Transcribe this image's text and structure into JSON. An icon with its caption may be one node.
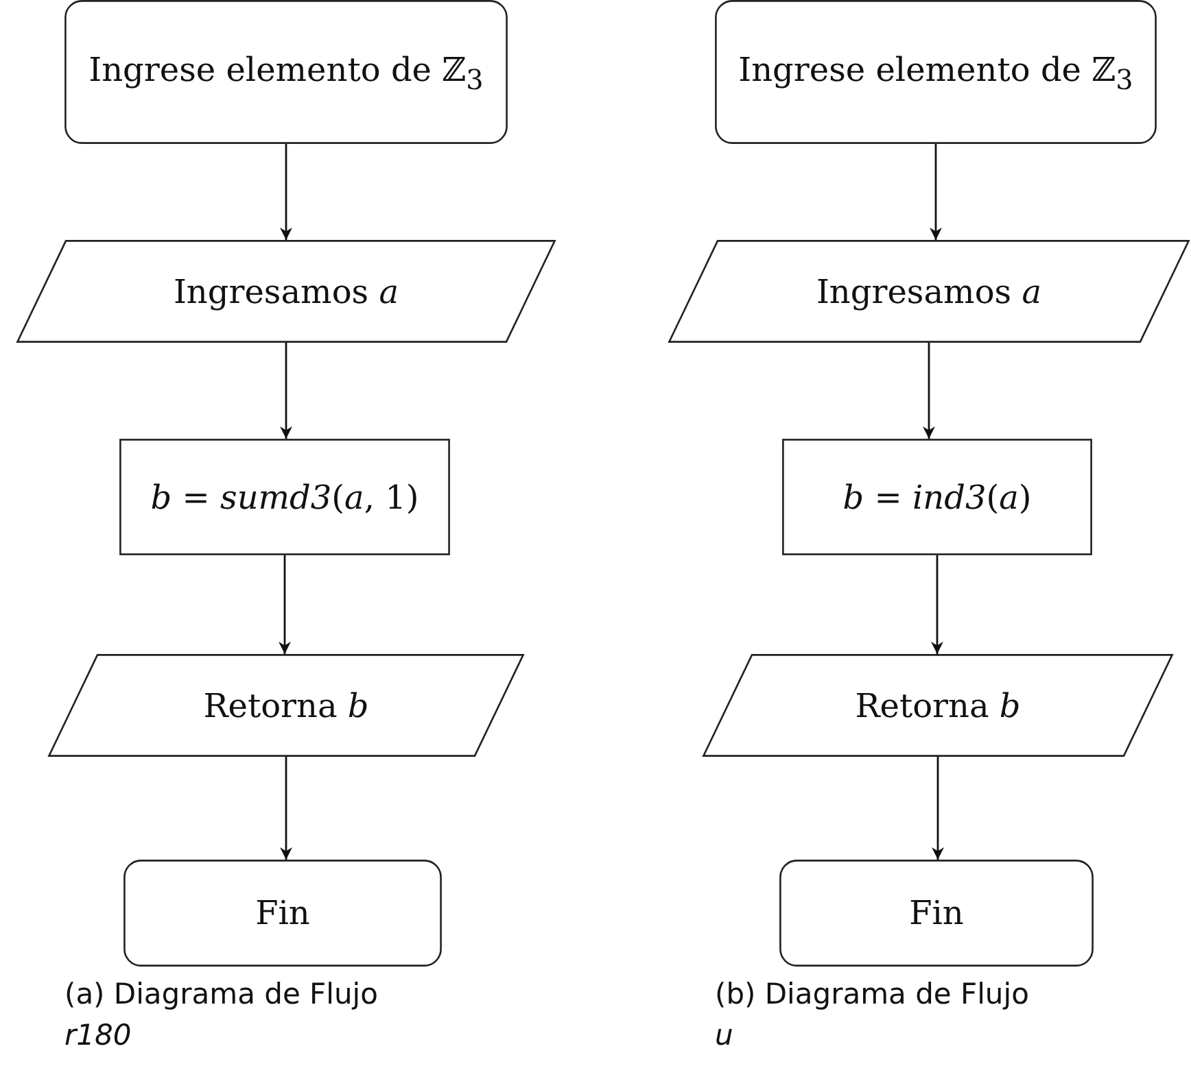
{
  "diagram": {
    "nodes": [
      {
        "text": [
          "Ingrese elemento de ℤ$_{3}$"
        ]
      },
      {
        "text": [
          "Ingresamos *a*"
        ]
      },
      {
        "text": [
          "*b* = *sumd3*(*a*, 1)"
        ]
      },
      {
        "text": [
          "Retorna *b*"
        ]
      },
      {
        "text": [
          "Fin"
        ]
      },
      {
        "text": [
          "Ingrese elemento de ℤ$_{3}$"
        ]
      },
      {
        "text": [
          "Ingresamos *a*"
        ]
      },
      {
        "text": [
          "*b* = *ind3*(*a*)"
        ]
      },
      {
        "text": [
          "Retorna *b*"
        ]
      },
      {
        "text": [
          "Fin"
        ]
      }
    ],
    "edges": [
      {
        "from": 0,
        "to": 1,
        "arrow": "to"
      },
      {
        "from": 1,
        "to": 2,
        "arrow": "to"
      },
      {
        "from": 2,
        "to": 3,
        "arrow": "to"
      },
      {
        "from": 3,
        "to": 4,
        "arrow": "to"
      },
      {
        "from": 5,
        "to": 6,
        "arrow": "to"
      },
      {
        "from": 6,
        "to": 7,
        "arrow": "to"
      },
      {
        "from": 7,
        "to": 8,
        "arrow": "to"
      },
      {
        "from": 8,
        "to": 9,
        "arrow": "to"
      }
    ],
    "labels": [
      "(a) Diagrama de Flujo *r180*",
      "(b) Diagrama de Flujo *u*"
    ]
  }
}
